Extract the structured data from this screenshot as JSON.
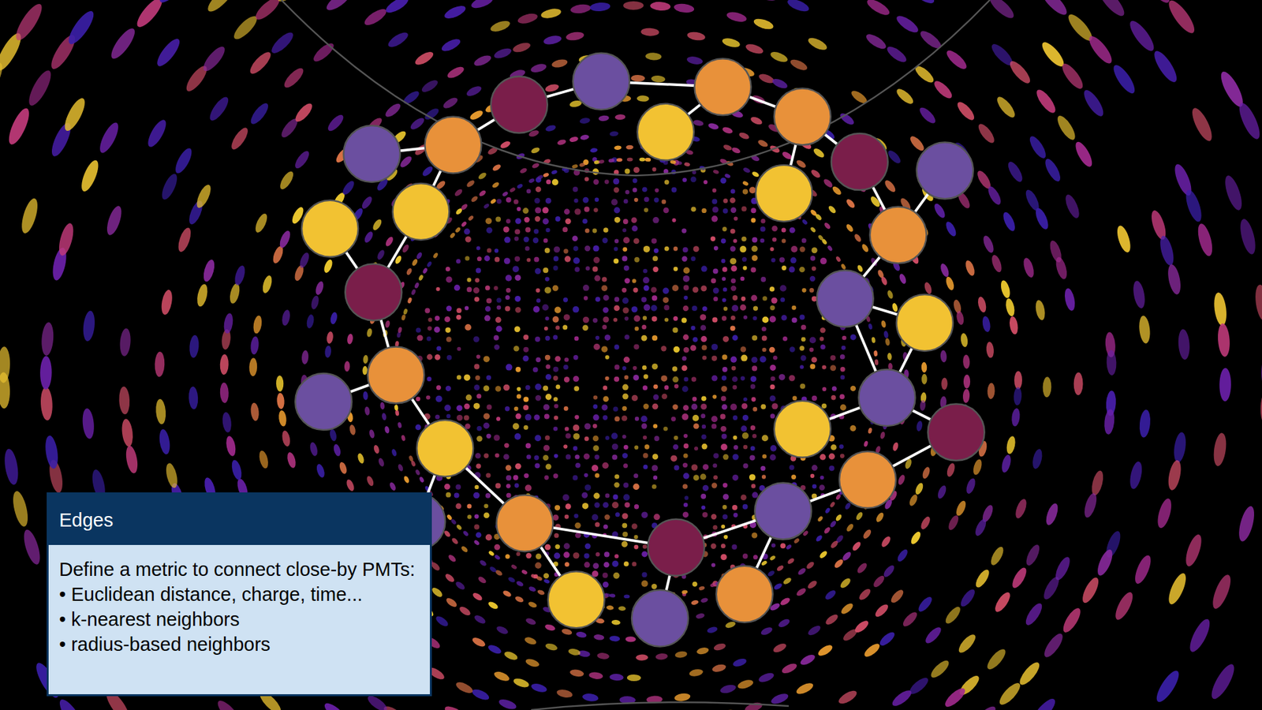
{
  "diagram": {
    "nodes": [
      {
        "text": [
          "Edges",
          "Define a metric to connect close-by PMTs:",
          "• Euclidean distance, charge, time...",
          "• k-nearest neighbors",
          "• radius-based neighbors"
        ]
      }
    ]
  }
}
